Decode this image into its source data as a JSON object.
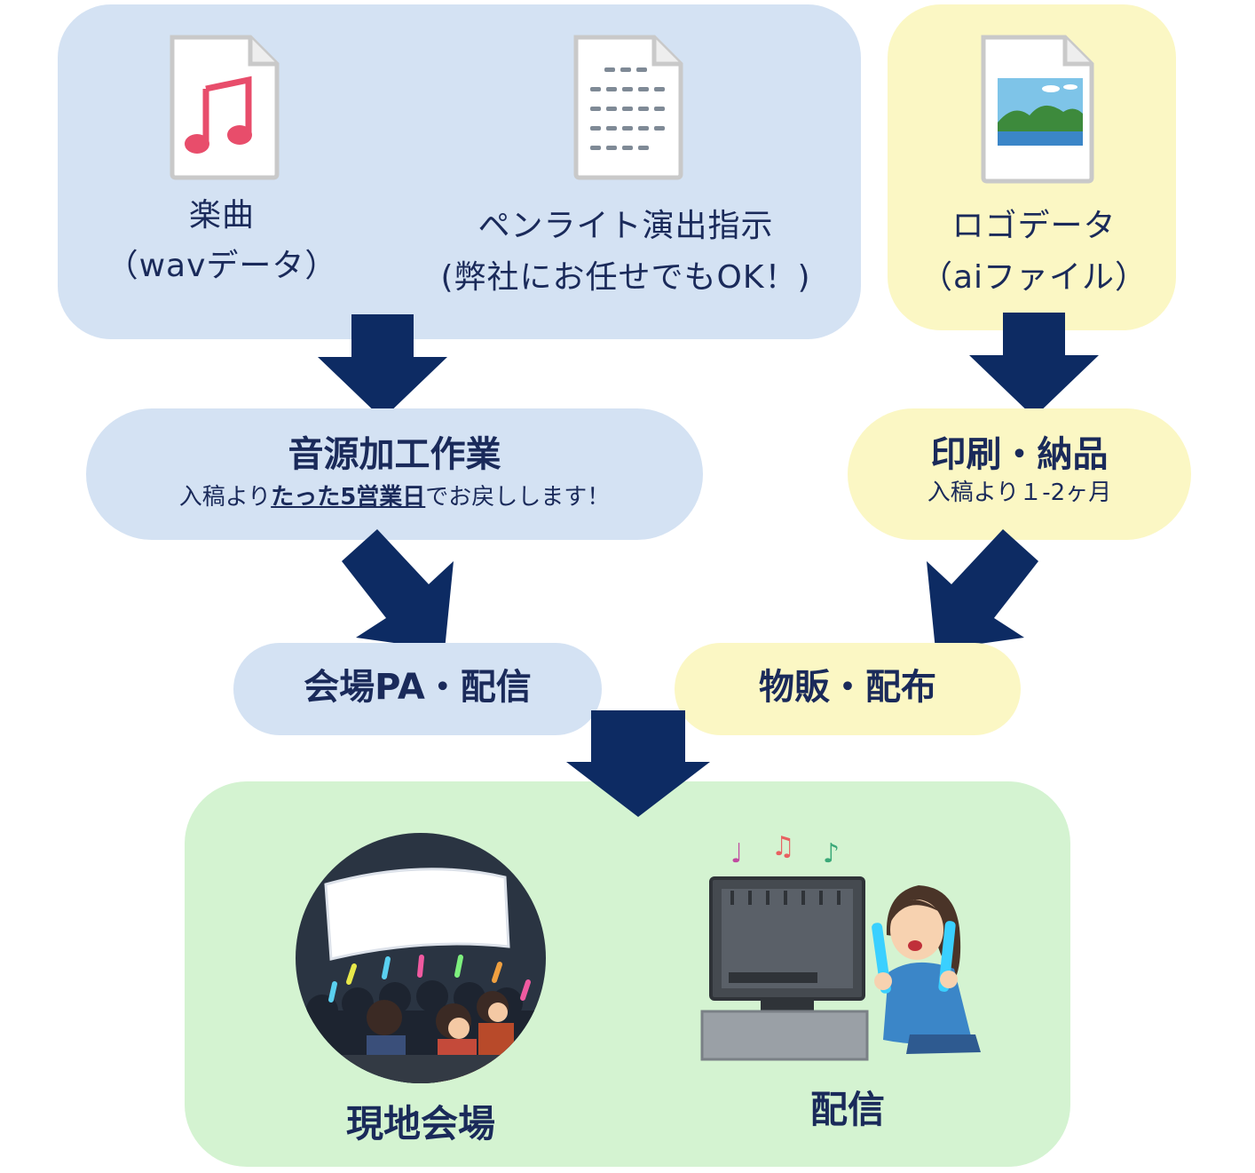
{
  "colors": {
    "arrow": "#0d2b63",
    "blue_box": "#d4e2f3",
    "yellow_box": "#fbf7c4",
    "green_box": "#d4f3d1",
    "text": "#1a2a5a"
  },
  "inputs": {
    "music": {
      "title": "楽曲",
      "detail": "（wavデータ）",
      "icon": "music-file-icon"
    },
    "penlight": {
      "title": "ペンライト演出指示",
      "detail": "(弊社にお任せでもOK！)",
      "icon": "document-file-icon"
    },
    "logo": {
      "title": "ロゴデータ",
      "detail": "（aiファイル）",
      "icon": "image-file-icon"
    }
  },
  "process": {
    "audio": {
      "title": "音源加工作業",
      "note_prefix": "入稿より",
      "note_emphasis": "たった5営業日",
      "note_suffix": "でお戻しします！"
    },
    "print": {
      "title": "印刷・納品",
      "note": "入稿より１-2ヶ月"
    }
  },
  "outputs": {
    "pa": {
      "label": "会場PA・配信"
    },
    "merch": {
      "label": "物販・配布"
    }
  },
  "results": {
    "venue": {
      "label": "現地会場",
      "icon": "concert-venue-icon"
    },
    "stream": {
      "label": "配信",
      "icon": "streaming-viewer-icon"
    }
  }
}
